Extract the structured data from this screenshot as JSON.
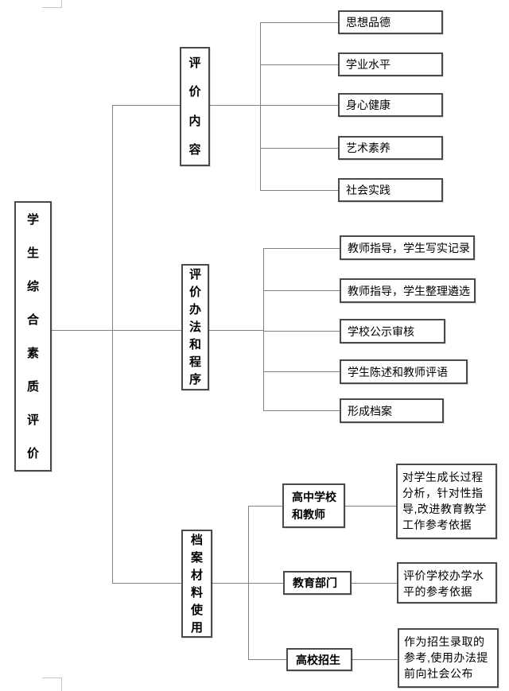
{
  "colors": {
    "background": "#ffffff",
    "box_border": "#4a4a4a",
    "connector_line": "#7f7f7f",
    "text": "#000000",
    "margin_mark": "#c4c4c4"
  },
  "root": {
    "label": "学生综合素质评价"
  },
  "branches": [
    {
      "title": "评价内容",
      "leaves": [
        "思想品德",
        "学业水平",
        "身心健康",
        "艺术素养",
        "社会实践"
      ]
    },
    {
      "title": "评价办法和程序",
      "leaves": [
        "教师指导，学生写实记录",
        "教师指导，学生整理遴选",
        "学校公示审核",
        "学生陈述和教师评语",
        "形成档案"
      ]
    },
    {
      "title": "档案材料使用",
      "children": [
        {
          "label": "高中学校和教师",
          "label_lines": [
            "高中学校",
            "和教师"
          ],
          "desc": "对学生成长过程分析，针对性指导,改进教育教学工作参考依据",
          "desc_lines": [
            "对学生成长过程",
            "分析，针对性指",
            "导,改进教育教学",
            "工作参考依据"
          ]
        },
        {
          "label": "教育部门",
          "label_lines": [
            "教育部门"
          ],
          "desc": "评价学校办学水平的参考依据",
          "desc_lines": [
            "评价学校办学水",
            "平的参考依据"
          ]
        },
        {
          "label": "高校招生",
          "label_lines": [
            "高校招生"
          ],
          "desc": "作为招生录取的参考,使用办法提前向社会公布",
          "desc_lines": [
            "作为招生录取的",
            "参考,使用办法提",
            "前向社会公布"
          ]
        }
      ]
    }
  ]
}
